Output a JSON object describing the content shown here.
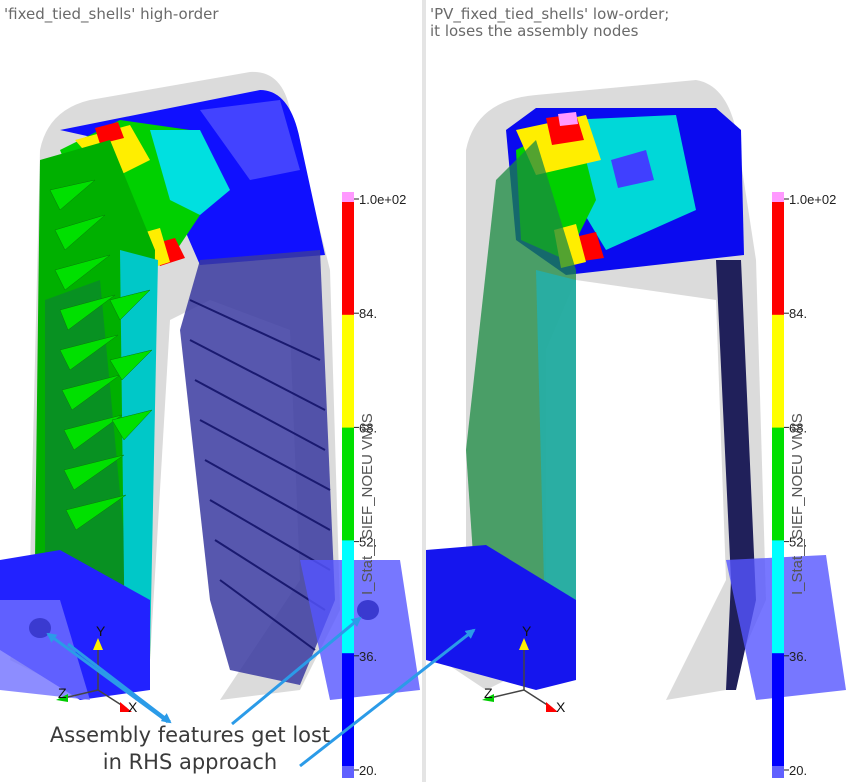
{
  "left_view": {
    "title": "'fixed_tied_shells' high-order"
  },
  "right_view": {
    "title": "'PV_fixed_tied_shells' low-order;\nit loses the assembly nodes"
  },
  "colorbar": {
    "title": "I_Stat__SIEF_NOEU VMIS",
    "ticks": [
      "1.0e+02",
      "84.",
      "68.",
      "52.",
      "36.",
      "20."
    ],
    "colors": [
      "#ff99ff",
      "#ff0000",
      "#ffff00",
      "#00e000",
      "#00ffff",
      "#0000ff",
      "#6060ff"
    ]
  },
  "axes": {
    "x": "X",
    "y": "Y",
    "z": "Z"
  },
  "annotation": {
    "line1": "Assembly features get lost",
    "line2": "in RHS approach",
    "arrow_color": "#2b9be8"
  }
}
